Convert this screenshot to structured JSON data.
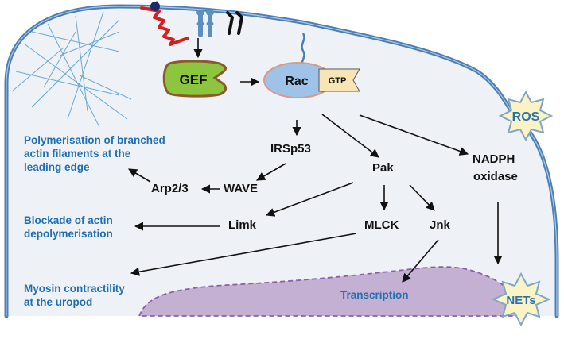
{
  "nodes": {
    "gef": "GEF",
    "rac": "Rac",
    "gtp": "GTP",
    "irsp53": "IRSp53",
    "pak": "Pak",
    "wave": "WAVE",
    "arp23": "Arp2/3",
    "limk": "Limk",
    "mlck": "MLCK",
    "jnk": "Jnk",
    "nadph": "NADPH",
    "oxidase": "oxidase",
    "ros": "ROS",
    "nets": "NETs"
  },
  "outcomes": {
    "polymerisation_1": "Polymerisation of branched",
    "polymerisation_2": "actin filaments at the",
    "polymerisation_3": "leading edge",
    "blockade_1": "Blockade of actin",
    "blockade_2": "depolymerisation",
    "myosin_1": "Myosin contractility",
    "myosin_2": "at the uropod",
    "transcription": "Transcription"
  },
  "colors": {
    "membrane": "#4a7fb5",
    "cell_fill": "#eef1f6",
    "actin_lines": "#6aa8d8",
    "gef_fill": "#8cc63f",
    "gef_border": "#8a5a2b",
    "rac_fill": "#9fc3e8",
    "rac_border": "#d99a86",
    "gtp_fill": "#f7e5b5",
    "nucleus_fill": "#c4b0d3",
    "nucleus_border": "#8a5fb0",
    "star_fill": "#fbf3c4",
    "star_border": "#7ea6c8",
    "outcome_text": "#1f6fb2",
    "receptor_red": "#d41f1f",
    "ligand_navy": "#1a2a6b",
    "receptor_blue": "#5b8fc4"
  },
  "icons": [
    "serpentine-receptor-icon",
    "integrin-receptor-icon",
    "fc-receptor-icon",
    "ros-star-icon",
    "nets-star-icon"
  ]
}
